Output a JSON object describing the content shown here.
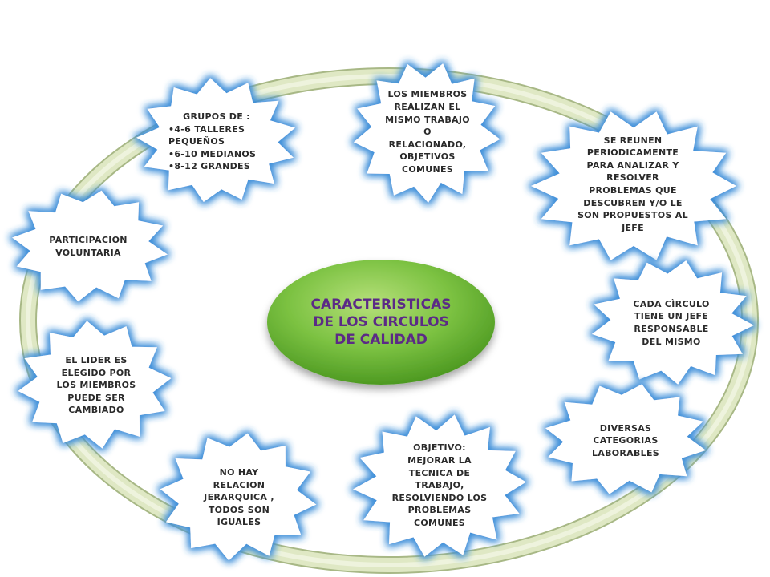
{
  "center": {
    "lines": [
      "CARACTERISTICAS",
      "DE LOS CIRCULOS",
      "DE CALIDAD"
    ]
  },
  "nodes": {
    "grupos": {
      "heading": "GRUPOS DE :",
      "lines": [
        "•4-6  TALLERES",
        "PEQUEÑOS",
        "•6-10 MEDIANOS",
        "•8-12 GRANDES"
      ]
    },
    "miembros": {
      "lines": [
        "LOS MIEMBROS",
        "REALIZAN EL",
        "MISMO TRABAJO",
        "O",
        "RELACIONADO,",
        "OBJETIVOS",
        "COMUNES"
      ]
    },
    "reunen": {
      "lines": [
        "SE REUNEN",
        "PERIODICAMENTE",
        "PARA ANALIZAR Y",
        "RESOLVER",
        "PROBLEMAS  QUE",
        "DESCUBREN Y/O LE",
        "SON PROPUESTOS AL",
        "JEFE"
      ]
    },
    "participacion": {
      "lines": [
        "PARTICIPACION",
        "VOLUNTARIA"
      ]
    },
    "jefe": {
      "lines": [
        "CADA CÌRCULO",
        "TIENE UN JEFE",
        "RESPONSABLE",
        "DEL MISMO"
      ]
    },
    "lider": {
      "lines": [
        "EL LIDER ES",
        "ELEGIDO POR",
        "LOS MIEMBROS",
        "PUEDE SER",
        "CAMBIADO"
      ]
    },
    "categorias": {
      "lines": [
        "DIVERSAS",
        "CATEGORIAS",
        "LABORABLES"
      ]
    },
    "objetivo": {
      "lines": [
        "OBJETIVO:",
        "MEJORAR LA",
        "TECNICA DE",
        "TRABAJO,",
        "RESOLVIENDO LOS",
        "PROBLEMAS",
        "COMUNES"
      ]
    },
    "jerarquica": {
      "lines": [
        "NO HAY",
        "RELACION",
        "JERARQUICA ,",
        "TODOS SON",
        "IGUALES"
      ]
    }
  },
  "colors": {
    "burst_fill": "#ffffff",
    "burst_glow": "#3f8fd9",
    "ring_fill": "#dfe8c4",
    "ring_stroke": "#a8b886",
    "center_fill": "#7cc242",
    "center_text": "#5b2a86",
    "node_text": "#2a2a2a"
  }
}
